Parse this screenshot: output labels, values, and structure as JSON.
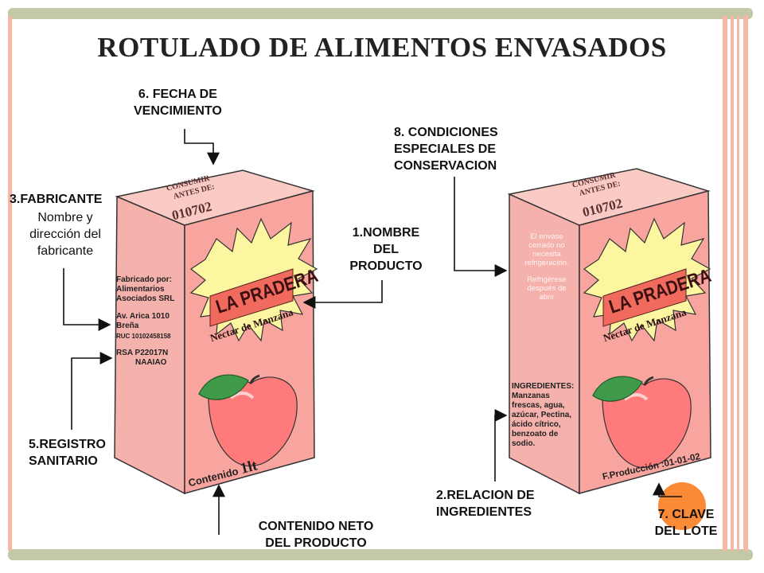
{
  "title": "ROTULADO DE ALIMENTOS ENVASADOS",
  "labels": {
    "fecha_vencimiento": [
      "6. FECHA DE",
      "VENCIMIENTO"
    ],
    "fabricante": "3.FABRICANTE",
    "fabricante_desc": [
      "Nombre y",
      "dirección del",
      "fabricante"
    ],
    "nombre_producto": [
      "1.NOMBRE",
      "DEL",
      "PRODUCTO"
    ],
    "condiciones": [
      "8. CONDICIONES",
      "ESPECIALES DE",
      "CONSERVACION"
    ],
    "registro": [
      "5.REGISTRO",
      "SANITARIO"
    ],
    "contenido_neto": [
      "CONTENIDO NETO",
      "DEL PRODUCTO"
    ],
    "ingredientes": [
      "2.RELACION DE",
      "INGREDIENTES"
    ],
    "clave_lote": [
      "7. CLAVE",
      "DEL LOTE"
    ]
  },
  "box_left": {
    "consumir": [
      "CONSUMIR",
      "ANTES DE:"
    ],
    "date": "010702",
    "brand": "LA PRADERA",
    "product": "Nectar de Manzana",
    "maker": [
      "Fabricado por:",
      "Alimentarios",
      "Asociados SRL"
    ],
    "address": [
      "Av. Arica 1010",
      "Breña"
    ],
    "ruc": "RUC 10102458158",
    "rsa": [
      "RSA P22017N",
      "NAAIAO"
    ],
    "contenido": "Contenido",
    "volume": "1lt"
  },
  "box_right": {
    "consumir": [
      "CONSUMIR",
      "ANTES DE:"
    ],
    "date": "010702",
    "brand": "LA PRADERA",
    "product": "Nectar de Manzana",
    "storage": [
      "El envase",
      "cerrado no",
      "necesita",
      "refrigeración.",
      "",
      "Refrigérese",
      "después de",
      "abrir"
    ],
    "ingredients": [
      "INGREDIENTES:",
      "Manzanas",
      "frescas, agua,",
      "azúcar, Pectina,",
      "ácido cítrico,",
      "benzoato de",
      "sodio."
    ],
    "produccion": "F.Producción :01-01-02"
  },
  "colors": {
    "box_front": "#f8a5a0",
    "box_side": "#f5b2ad",
    "box_top": "#f9cbc4",
    "starburst": "#fdf6a0",
    "apple": "#ff7a7a",
    "leaf": "#3f9a4a",
    "frame": "#c5c8a6",
    "stripe": "#f6b8a4",
    "highlight": "#fb8a36"
  }
}
